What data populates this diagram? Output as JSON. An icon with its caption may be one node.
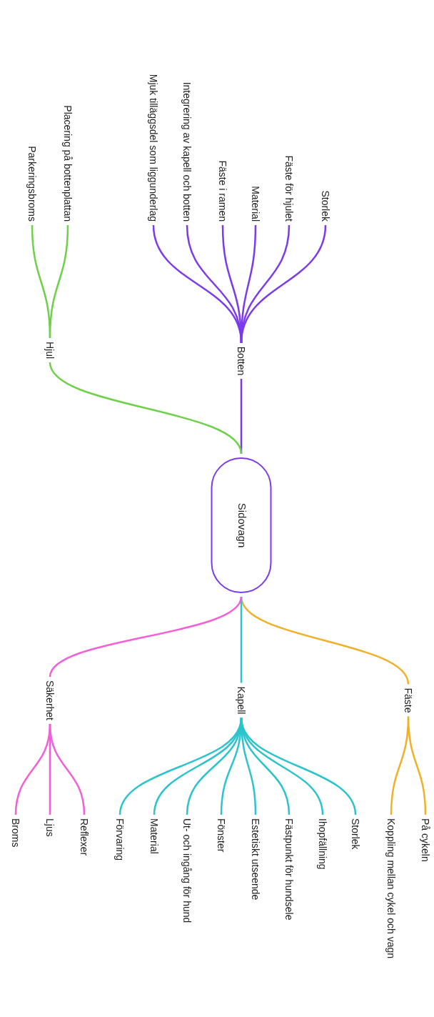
{
  "diagram": {
    "nodes": [
      {
        "text": [
          "Sidovagn"
        ]
      },
      {
        "text": [
          "Botten"
        ]
      },
      {
        "text": [
          "Storlek"
        ]
      },
      {
        "text": [
          "Fäste för hjulet"
        ]
      },
      {
        "text": [
          "Material"
        ]
      },
      {
        "text": [
          "Fäste i ramen"
        ]
      },
      {
        "text": [
          "Integrering av kapell och botten"
        ]
      },
      {
        "text": [
          "Mjuk tilläggsdel som liggunderlag"
        ]
      },
      {
        "text": [
          "Hjul"
        ]
      },
      {
        "text": [
          "Placering på bottenplattan"
        ]
      },
      {
        "text": [
          "Parkeringsbroms"
        ]
      },
      {
        "text": [
          "Fäste"
        ]
      },
      {
        "text": [
          "På cykeln"
        ]
      },
      {
        "text": [
          "Koppling mellan cykel och vagn"
        ]
      },
      {
        "text": [
          "Kapell"
        ]
      },
      {
        "text": [
          "Storlek"
        ]
      },
      {
        "text": [
          "Ihopfällning"
        ]
      },
      {
        "text": [
          "Fästpunkt för hundsele"
        ]
      },
      {
        "text": [
          "Estetiskt utseende"
        ]
      },
      {
        "text": [
          "Fönster"
        ]
      },
      {
        "text": [
          "Ut- och ingång för hund"
        ]
      },
      {
        "text": [
          "Material"
        ]
      },
      {
        "text": [
          "Förvaring"
        ]
      },
      {
        "text": [
          "Säkerhet"
        ]
      },
      {
        "text": [
          "Reflexer"
        ]
      },
      {
        "text": [
          "Ljus"
        ]
      },
      {
        "text": [
          "Broms"
        ]
      }
    ],
    "edges": [
      {
        "from": 0,
        "to": 1,
        "arrow": "none",
        "color": "#7c3aed"
      },
      {
        "from": 1,
        "to": 2,
        "arrow": "none",
        "color": "#7c3aed"
      },
      {
        "from": 1,
        "to": 3,
        "arrow": "none",
        "color": "#7c3aed"
      },
      {
        "from": 1,
        "to": 4,
        "arrow": "none",
        "color": "#7c3aed"
      },
      {
        "from": 1,
        "to": 5,
        "arrow": "none",
        "color": "#7c3aed"
      },
      {
        "from": 1,
        "to": 6,
        "arrow": "none",
        "color": "#7c3aed"
      },
      {
        "from": 1,
        "to": 7,
        "arrow": "none",
        "color": "#7c3aed"
      },
      {
        "from": 0,
        "to": 8,
        "arrow": "none",
        "color": "#6fd04a"
      },
      {
        "from": 8,
        "to": 9,
        "arrow": "none",
        "color": "#6fd04a"
      },
      {
        "from": 8,
        "to": 10,
        "arrow": "none",
        "color": "#6fd04a"
      },
      {
        "from": 0,
        "to": 11,
        "arrow": "none",
        "color": "#f0b02a"
      },
      {
        "from": 11,
        "to": 12,
        "arrow": "none",
        "color": "#f0b02a"
      },
      {
        "from": 11,
        "to": 13,
        "arrow": "none",
        "color": "#f0b02a"
      },
      {
        "from": 0,
        "to": 14,
        "arrow": "none",
        "color": "#2cc4cc"
      },
      {
        "from": 14,
        "to": 15,
        "arrow": "none",
        "color": "#2cc4cc"
      },
      {
        "from": 14,
        "to": 16,
        "arrow": "none",
        "color": "#2cc4cc"
      },
      {
        "from": 14,
        "to": 17,
        "arrow": "none",
        "color": "#2cc4cc"
      },
      {
        "from": 14,
        "to": 18,
        "arrow": "none",
        "color": "#2cc4cc"
      },
      {
        "from": 14,
        "to": 19,
        "arrow": "none",
        "color": "#2cc4cc"
      },
      {
        "from": 14,
        "to": 20,
        "arrow": "none",
        "color": "#2cc4cc"
      },
      {
        "from": 14,
        "to": 21,
        "arrow": "none",
        "color": "#2cc4cc"
      },
      {
        "from": 14,
        "to": 22,
        "arrow": "none",
        "color": "#2cc4cc"
      },
      {
        "from": 0,
        "to": 23,
        "arrow": "none",
        "color": "#f25fd6"
      },
      {
        "from": 23,
        "to": 24,
        "arrow": "none",
        "color": "#f25fd6"
      },
      {
        "from": 23,
        "to": 25,
        "arrow": "none",
        "color": "#f25fd6"
      },
      {
        "from": 23,
        "to": 26,
        "arrow": "none",
        "color": "#f25fd6"
      }
    ]
  }
}
